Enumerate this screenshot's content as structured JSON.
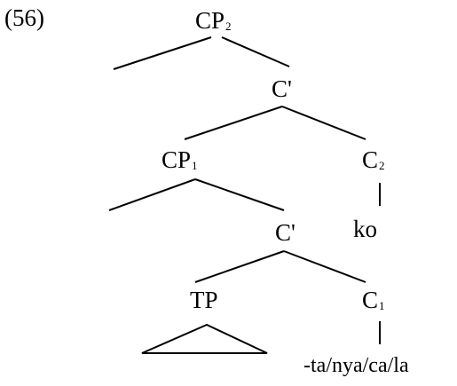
{
  "example_number": "(56)",
  "tree": {
    "cp2": {
      "base": "CP",
      "sub": "2"
    },
    "cbar_upper": "C'",
    "cp1": {
      "base": "CP",
      "sub": "1"
    },
    "c2": {
      "base": "C",
      "sub": "2"
    },
    "c2_word": "ko",
    "cbar_lower": "C'",
    "tp": "TP",
    "c1": {
      "base": "C",
      "sub": "1"
    },
    "c1_word": "-ta/nya/ca/la"
  }
}
